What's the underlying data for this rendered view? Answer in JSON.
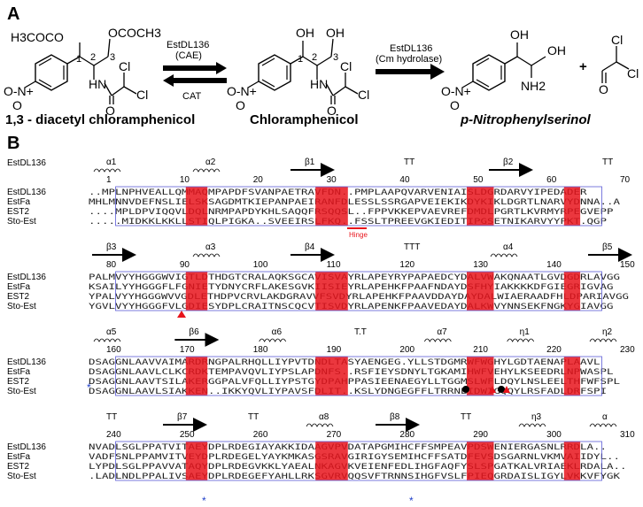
{
  "panel_a": {
    "letter": "A",
    "compounds": [
      {
        "name": "1,3 - diacetyl chloramphenicol",
        "label_top_left": "H3COCO",
        "label_top_right": "OCOCH3",
        "nitro": "O-N+",
        "amide": "HN",
        "cl1": "Cl",
        "cl2": "Cl",
        "o1": "O",
        "o2": "O",
        "pos1": "1",
        "pos2": "2",
        "pos3": "3"
      },
      {
        "name": "Chloramphenicol",
        "oh1": "OH",
        "oh2": "OH",
        "nitro": "O-N+",
        "amide": "HN",
        "cl1": "Cl",
        "cl2": "Cl",
        "o1": "O",
        "o2": "O",
        "pos1": "1",
        "pos2": "2",
        "pos3": "3"
      },
      {
        "name": "p-Nitrophenylserinol",
        "oh1": "OH",
        "oh2": "OH",
        "nitro": "O-N+",
        "amine": "NH2",
        "o1": "O"
      }
    ],
    "plus": "+",
    "dichloroacetaldehyde": {
      "cl1": "Cl",
      "cl2": "Cl",
      "o": "O"
    },
    "arrows": [
      {
        "top_label_1": "EstDL136",
        "top_label_2": "(CAE)",
        "bottom_label": "CAT"
      },
      {
        "top_label_1": "EstDL136",
        "top_label_2": "(Cm hydrolase)"
      }
    ]
  },
  "panel_b": {
    "letter": "B",
    "names": [
      "EstDL136",
      "EstFa",
      "EST2",
      "Sto-Est"
    ],
    "hinge_label": "Hinge",
    "blocks": [
      {
        "ss_labels": [
          "α1",
          "α2",
          "β1",
          "TT",
          "β2",
          "TT"
        ],
        "ruler": [
          "1",
          "10",
          "20",
          "30",
          "40",
          "50",
          "60",
          "70"
        ],
        "sequences": [
          "..MPLNPHVEALLQMMAQMPAPDFSVANPAETRAVFDN..PMPLAAPQVARVENIAISLDGRDARVYIPEDADER",
          "MHLMNNVDEFNSLIELSKSAGDMTKIEPANPAEIRANFDLESSLSSRGAPVEIEKIKDYKIKLDGRTLNARVYDNNA..A",
          "....MPLDPVIQQVLDQLNRMPAPDYKHLSAQQFRSQQSL..FPPVKKEPVAEVREFDMDLPGRTLKVRMYRPEGVEPP",
          ".....MIDKKLKKLLSTIQLPIGKA..SVEEIRSLFKQ..FSSLTPREEVGKIEDITIPGSETNIKARVYYPKT.QGP"
        ]
      },
      {
        "ss_labels": [
          "β3",
          "α3",
          "β4",
          "TTT",
          "α4",
          "β5"
        ],
        "ruler": [
          "80",
          "90",
          "100",
          "110",
          "120",
          "130",
          "140",
          "150"
        ],
        "sequences": [
          "PALMVYYHGGGWVIGTLDTHDGTCRALAQKSGCAVISVAYRLAPEYRYPAPAEDCYDALVWAKQNAATLGVDGDRLAVGG",
          "KSAILYYHGGGFLFGNIETYDNYCRFLAKESGVKIISIEYRLAPEHKFPAAFNDAYDSFHYIAKKKKDFGIEGRIGVAG",
          "YPALVYYHGGGWVVGDLETHDPVCRVLAKDGRAVVFSVDYRLAPEHKFPAAVDDAYDAYDALWIAERAADFHLDPARIAVGG",
          "YGVLVYYHGGGFVLGDIESYDPLCRAITNSCQCVTISVDYRLAPENKFPAAVEDAYDALKWVYNNSEKFNGKYGIAVGG"
        ]
      },
      {
        "ss_labels": [
          "α5",
          "β6",
          "α6",
          "T.T",
          "α7",
          "η1",
          "η2"
        ],
        "ruler": [
          "160",
          "170",
          "180",
          "190",
          "200",
          "210",
          "220",
          "230"
        ],
        "sequences": [
          "DSAGGNLAAVVAIMARDRNGPALRHQLLIYPVTDNDLTASYAENGEG.YLLSTDGMRWFWGHYLGDTAENAPLAAVL",
          "DSAGGNLAAVLCLKCRDKTEMPAVQVLIYPSLAPDNFS..RSFIEYSDNYLTGKAMIHWFVEHYLKSEEDRLNPWASPL",
          "DSAGGNLAAVTSILAKERGGPALVFQLLIYPSTGYDPAHPPASIEENAEGYLLTGGMSLWFLDQYLNSLEELTHFWFSPL",
          "DSAGGNLAAVLSIAKKEN..IKKYQVLIYPAVSFDLIT..KSLYDNGEGFFLTRRNEIDWIGQQYLRSFADLDRFSPI"
        ]
      },
      {
        "ss_labels": [
          "TT",
          "β7",
          "TT",
          "α8",
          "β8",
          "TT",
          "η3",
          "α"
        ],
        "ruler": [
          "240",
          "250",
          "260",
          "270",
          "280",
          "290",
          "300",
          "310"
        ],
        "sequences": [
          "NVADLSGLPPATVITAEYDPLRDEGIAYAKKIDAAGVPVDATAPGMIHCFFSMPEAVPDSWENIERGASNLRRDLA..",
          "VADFSNLPPAMVITVEYDPLRDEGELYAYKMKASGSRAVGIRIGYSEMIHCFFSATDFEVSDSGARNLVKMVAIIDYL..",
          "LYPDLSGLPPAVVATAQYDPLRDEGVKKLYAEALNKAGVKVEIENFEDLIHGFAQFYSLSPGATKALVRIAEKLRDALA..",
          ".LADLNDLPPALIVSAEYDPLRDEGEFYAHLLRKSGVRVQQSVFTRNNSIHGFVSLFPIEQGRDAISLIGYLVKKVFYGK"
        ]
      }
    ]
  },
  "colors": {
    "red": "#e8141c",
    "blue_box": "#5b5bd6",
    "star": "#1f3fc8",
    "black": "#000000"
  }
}
